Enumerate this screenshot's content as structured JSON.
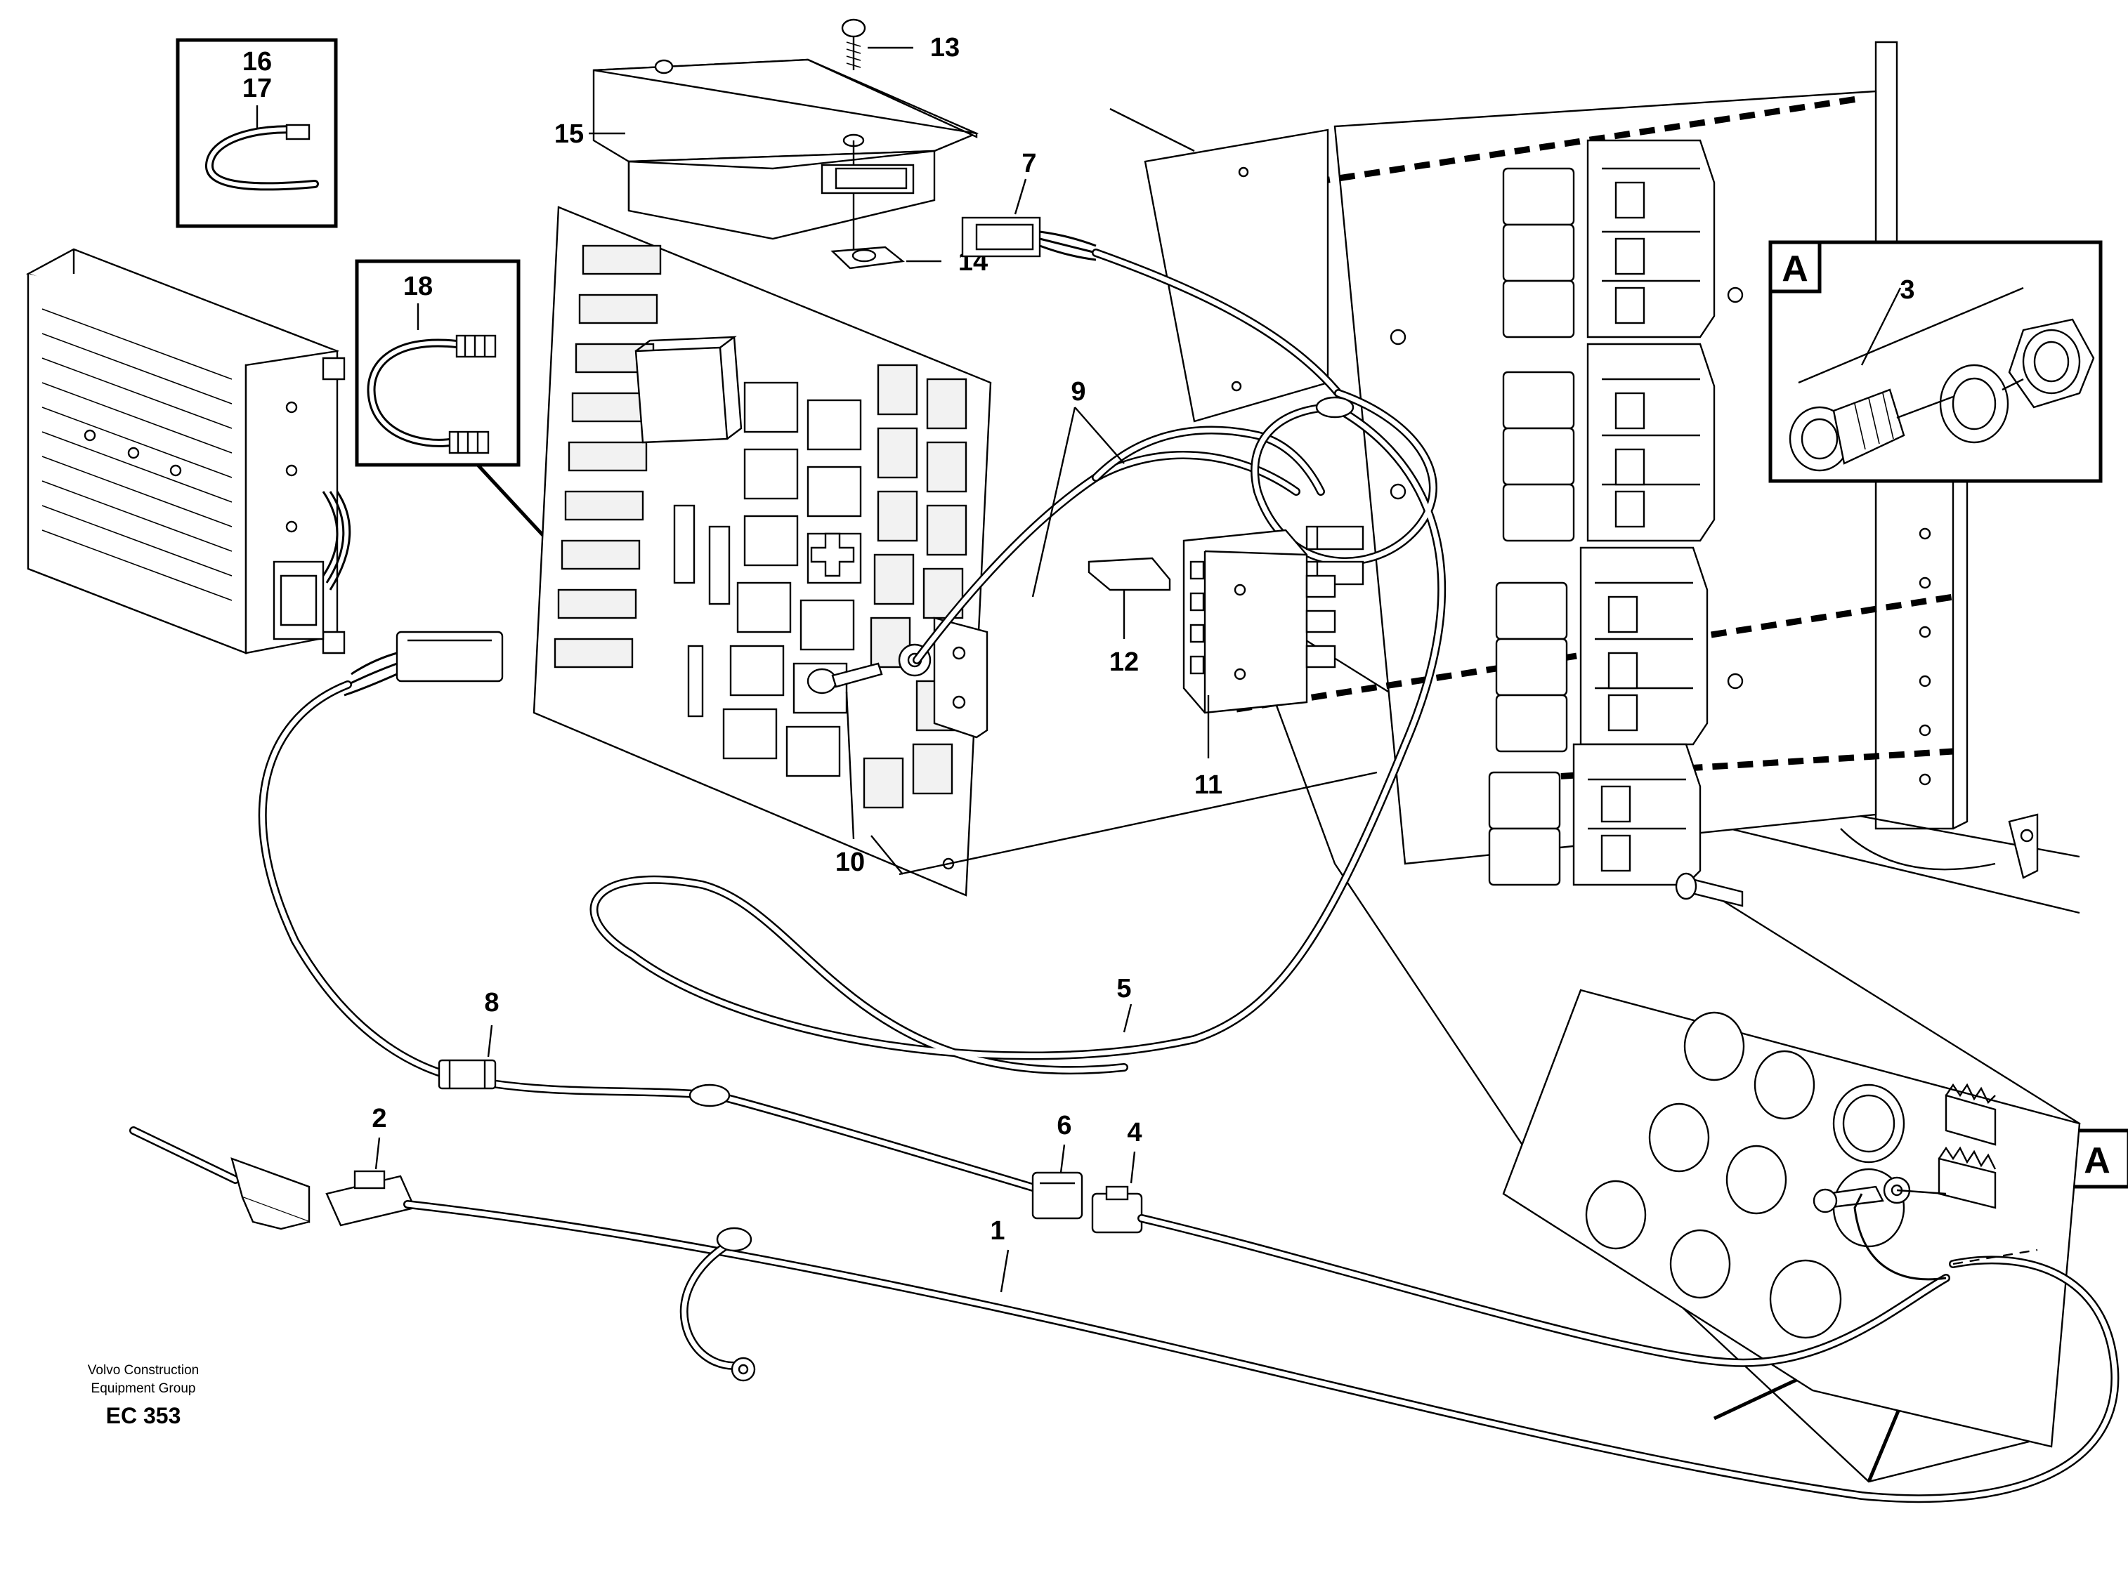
{
  "diagram": {
    "credit": {
      "line1": "Volvo Construction",
      "line2": "Equipment Group",
      "code": "EC 353"
    },
    "detail_box_label": "A",
    "callout_A": "A",
    "callouts": {
      "c1": "1",
      "c2": "2",
      "c3": "3",
      "c4": "4",
      "c5": "5",
      "c6": "6",
      "c7": "7",
      "c8": "8",
      "c9": "9",
      "c10": "10",
      "c11": "11",
      "c12": "12",
      "c13": "13",
      "c14": "14",
      "c15": "15",
      "c16": "16",
      "c17": "17",
      "c18": "18"
    }
  }
}
